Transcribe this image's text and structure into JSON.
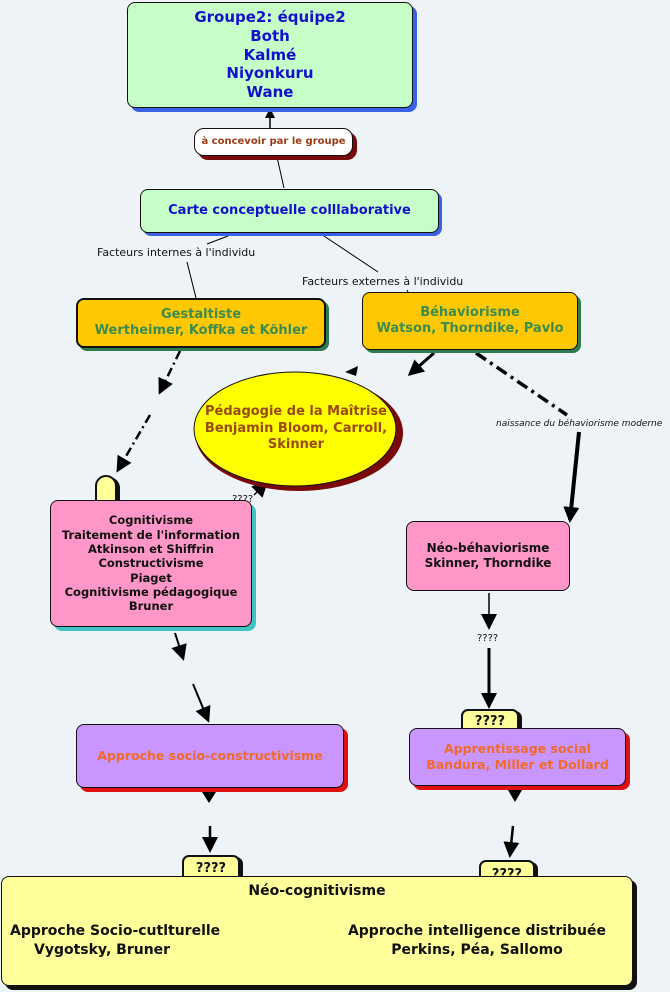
{
  "diagram": {
    "title": "Carte conceptuelle colllaborative",
    "colors": {
      "background": "#edf3f6",
      "group_node_fill": "#c6fec8",
      "group_text": "#1111cc",
      "orange_node_fill": "#fec803",
      "green_text": "#3a8c50",
      "ellipse_fill": "#fefe00",
      "ellipse_text": "#9a4a0e",
      "pink_node_fill": "#fe96c8",
      "purple_node_fill": "#c896fe",
      "purple_text": "#f06a2a",
      "bottom_node_fill": "#fefe9a"
    },
    "nodes": {
      "group": {
        "lines": [
          "Groupe2: équipe2",
          "Both",
          "Kalmé",
          "Niyonkuru",
          "Wane"
        ]
      },
      "concevoir": {
        "text": "à concevoir par le groupe"
      },
      "carte": {
        "text": "Carte conceptuelle colllaborative"
      },
      "gestaltiste": {
        "lines": [
          "Gestaltiste",
          "Wertheimer, Koffka et Köhler"
        ]
      },
      "behaviorisme": {
        "lines": [
          "Béhaviorisme",
          "Watson, Thorndike, Pavlo"
        ]
      },
      "pedagogie": {
        "lines": [
          "Pédagogie de la Maîtrise",
          "Benjamin Bloom, Carroll, Skinner"
        ]
      },
      "cognitivisme": {
        "lines": [
          "Cognitivisme",
          "Traitement de l'information",
          "Atkinson et Shiffrin",
          "Constructivisme",
          "Piaget",
          "Cognitivisme pédagogique",
          "Bruner"
        ]
      },
      "neo_behaviorisme": {
        "lines": [
          "Néo-béhaviorisme",
          "Skinner, Thorndike"
        ]
      },
      "socio_constructivisme": {
        "text": "Approche socio-constructivisme"
      },
      "apprentissage_social": {
        "lines": [
          "Apprentissage social",
          "Bandura, Miller et Dollard"
        ]
      },
      "neo_cognitivisme": {
        "title": "Néo-cognitivisme",
        "left": [
          "Approche Socio-cutlturelle",
          "Vygotsky, Bruner"
        ],
        "right": [
          "Approche intelligence distribuée",
          "Perkins, Péa, Sallomo"
        ]
      }
    },
    "tabs": {
      "cognitivisme_tab": "",
      "apprentissage_tab": "????",
      "neo_left_tab": "????",
      "neo_right_tab": "????"
    },
    "link_labels": {
      "internes": "Facteurs internes à l'individu",
      "externes": "Facteurs externes à l'individu",
      "naissance": "naissance du béhaviorisme moderne",
      "q_pedagogie": "????",
      "q_neo": "????"
    }
  }
}
